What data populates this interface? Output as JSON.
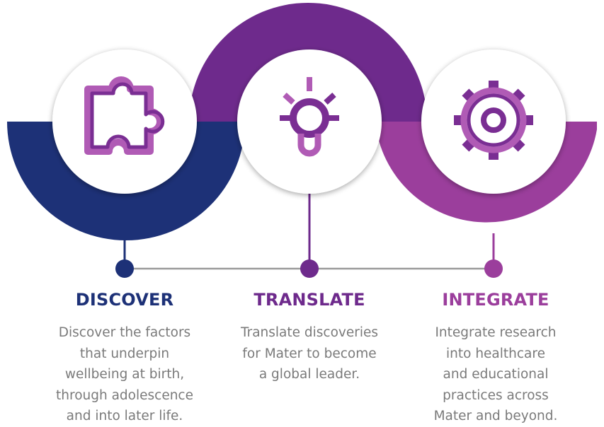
{
  "colors": {
    "navy": "#1d3177",
    "purple": "#6e2a8c",
    "magenta": "#9b3e9c",
    "icon_purple": "#7a2e93",
    "icon_light": "#b05bb5",
    "connector": "#9a9a9a"
  },
  "steps": [
    {
      "icon": "puzzle-icon",
      "title": "DISCOVER",
      "text": "Discover the factors\nthat underpin\nwellbeing at birth,\nthrough adolescence\nand into later life."
    },
    {
      "icon": "lightbulb-icon",
      "title": "TRANSLATE",
      "text": "Translate discoveries\nfor Mater to become\na global leader."
    },
    {
      "icon": "gear-icon",
      "title": "INTEGRATE",
      "text": "Integrate research\ninto healthcare\nand educational\npractices across\nMater and beyond."
    }
  ]
}
